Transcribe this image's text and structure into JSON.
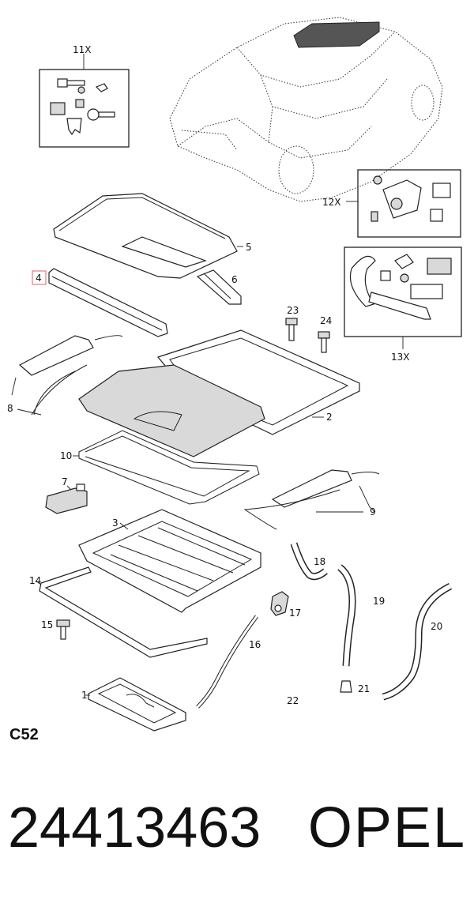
{
  "diagram": {
    "code": "C52",
    "callouts": [
      "1",
      "2",
      "3",
      "4",
      "5",
      "6",
      "7",
      "8",
      "9",
      "10",
      "11X",
      "12X",
      "13X",
      "14",
      "15",
      "16",
      "17",
      "18",
      "19",
      "20",
      "21",
      "22",
      "23",
      "24"
    ],
    "highlighted_callout": "4",
    "highlight_color": "#e57a85"
  },
  "footer": {
    "part_number": "24413463",
    "brand": "OPEL"
  }
}
